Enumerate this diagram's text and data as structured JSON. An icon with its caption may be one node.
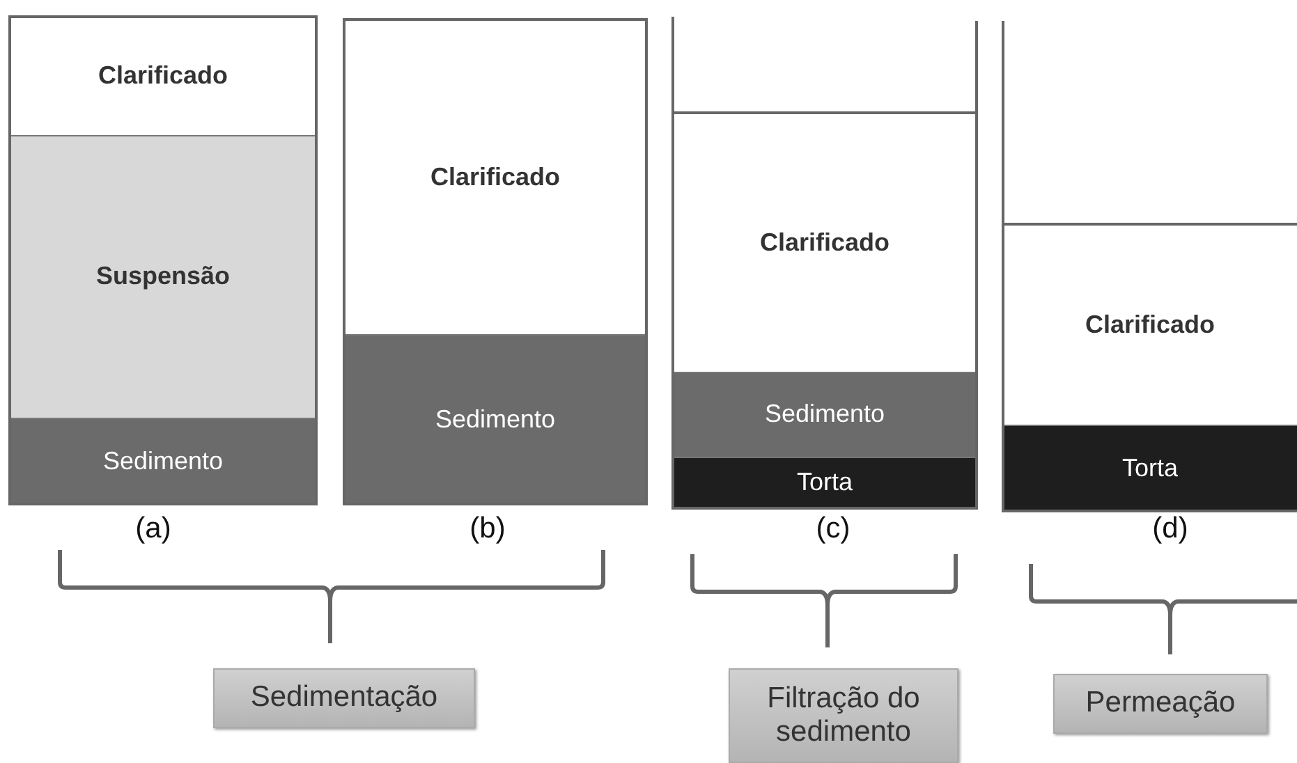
{
  "diagram": {
    "nodes": [
      {
        "text": [
          "Clarificado"
        ]
      },
      {
        "text": [
          "Suspensão"
        ]
      },
      {
        "text": [
          "Sedimento"
        ]
      },
      {
        "text": [
          "Clarificado"
        ]
      },
      {
        "text": [
          "Sedimento"
        ]
      },
      {
        "text": [
          "Clarificado"
        ]
      },
      {
        "text": [
          "Sedimento"
        ]
      },
      {
        "text": [
          "Torta"
        ]
      },
      {
        "text": [
          "Clarificado"
        ]
      },
      {
        "text": [
          "Torta"
        ]
      },
      {
        "text": [
          "Sedimentação"
        ]
      },
      {
        "text": [
          "Filtração do sedimento"
        ]
      },
      {
        "text": [
          "Permeação"
        ]
      }
    ],
    "labels": [
      "(a)",
      "(b)",
      "(c)",
      "(d)"
    ]
  }
}
